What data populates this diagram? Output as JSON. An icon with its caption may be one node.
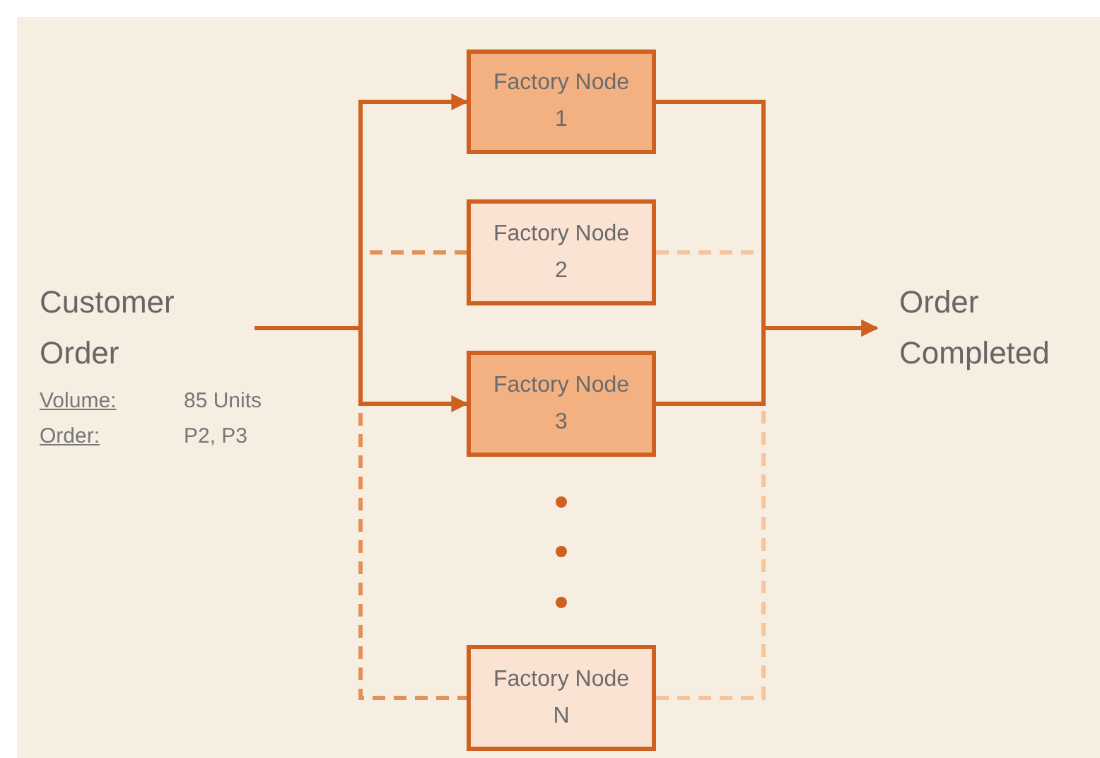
{
  "diagram": {
    "nodes": [
      {
        "text": [
          "Customer Order"
        ]
      },
      {
        "text": [
          "Factory Node 1"
        ]
      },
      {
        "text": [
          "Factory Node 2"
        ]
      },
      {
        "text": [
          "Factory Node 3"
        ]
      },
      {
        "text": [
          "Factory Node N"
        ]
      },
      {
        "text": [
          "Order Completed"
        ]
      }
    ],
    "edges": [
      {
        "from": 0,
        "to": 2,
        "arrow": "none",
        "style": "dashed",
        "color": "#e0925a"
      },
      {
        "from": 0,
        "to": 4,
        "arrow": "none",
        "style": "dashed",
        "color": "#e0925a"
      },
      {
        "from": 2,
        "to": 5,
        "arrow": "none",
        "style": "dashed",
        "color": "#f5c49c"
      },
      {
        "from": 4,
        "to": 5,
        "arrow": "none",
        "style": "dashed",
        "color": "#f5c49c"
      },
      {
        "from": 0,
        "to": 1,
        "arrow": "to"
      },
      {
        "from": 0,
        "to": 3,
        "arrow": "to"
      },
      {
        "from": 1,
        "to": 5,
        "arrow": "to"
      },
      {
        "from": 3,
        "to": 5,
        "arrow": "to"
      }
    ],
    "labels": [
      "Volume:",
      "85 Units",
      "Order:",
      "P2, P3"
    ]
  }
}
